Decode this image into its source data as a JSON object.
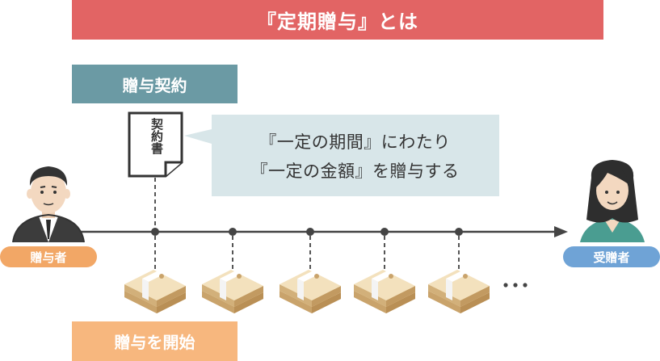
{
  "title": "『定期贈与』とは",
  "contract_label": "贈与契約",
  "document_label": "契約書",
  "bubble": {
    "line1": "『一定の期間』にわたり",
    "line2": "『一定の金額』を贈与する"
  },
  "giver_label": "贈与者",
  "receiver_label": "受贈者",
  "start_label": "贈与を開始",
  "ellipsis": "…",
  "colors": {
    "title_bg": "#e26464",
    "contract_bg": "#6b9aa4",
    "start_bg": "#f7b77e",
    "giver_badge": "#f2a766",
    "receiver_badge": "#6fa3d6",
    "bubble_bg": "#d8e6e9",
    "timeline": "#444444",
    "money": "#e6cda0"
  }
}
